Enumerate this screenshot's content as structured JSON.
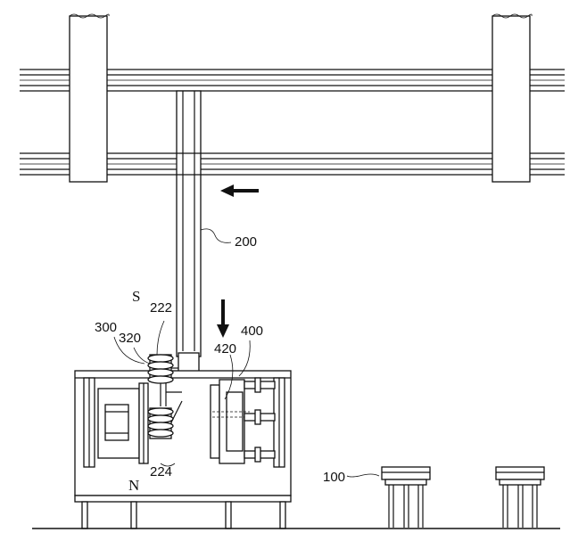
{
  "labels": {
    "gantry": "200",
    "pole_s": "S",
    "pole_n": "N",
    "part_222": "222",
    "part_224": "224",
    "part_300": "300",
    "part_320": "320",
    "part_400": "400",
    "part_420": "420",
    "stand": "100"
  },
  "arrows": {
    "horizontal_direction": "left",
    "vertical_direction": "down"
  }
}
